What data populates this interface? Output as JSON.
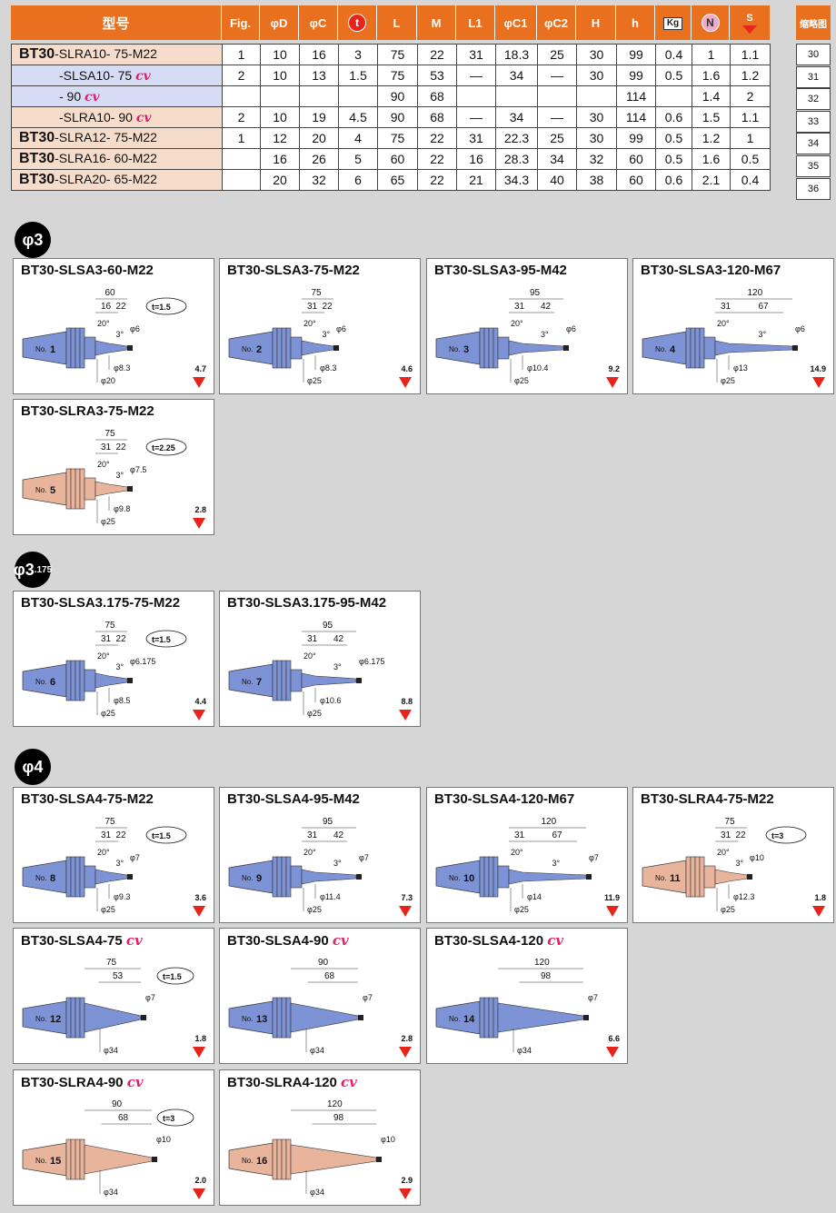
{
  "header": {
    "model": "型号",
    "fig": "Fig.",
    "d": "φD",
    "c": "φC",
    "t": "t",
    "L": "L",
    "M": "M",
    "L1": "L1",
    "C1": "φC1",
    "C2": "φC2",
    "H": "H",
    "h": "h",
    "kg": "Kg",
    "n": "N",
    "s": "S",
    "thumb": "缩略图"
  },
  "rows": [
    {
      "bold": "BT30",
      "rest": "-SLRA10-  75-M22",
      "cv": "",
      "fig": "1",
      "D": "10",
      "C": "16",
      "t": "3",
      "L": "75",
      "M": "22",
      "L1": "31",
      "C1": "18.3",
      "C2": "25",
      "H": "30",
      "h": "99",
      "kg": "0.4",
      "n": "1",
      "s": "1.1"
    },
    {
      "bold": "",
      "rest": "-SLSA10-  75 ",
      "cv": "cv",
      "fig": "2",
      "D": "10",
      "C": "13",
      "t": "1.5",
      "L": "75",
      "M": "53",
      "L1": "—",
      "C1": "34",
      "C2": "—",
      "H": "30",
      "h": "99",
      "kg": "0.5",
      "n": "1.6",
      "s": "1.2"
    },
    {
      "bold": "",
      "rest": "-  90 ",
      "cv": "cv",
      "fig": "",
      "D": "",
      "C": "",
      "t": "",
      "L": "90",
      "M": "68",
      "L1": "",
      "C1": "",
      "C2": "",
      "H": "",
      "h": "114",
      "kg": "",
      "n": "1.4",
      "s": "2"
    },
    {
      "bold": "",
      "rest": "-SLRA10-  90 ",
      "cv": "cv",
      "fig": "2",
      "D": "10",
      "C": "19",
      "t": "4.5",
      "L": "90",
      "M": "68",
      "L1": "—",
      "C1": "34",
      "C2": "—",
      "H": "30",
      "h": "114",
      "kg": "0.6",
      "n": "1.5",
      "s": "1.1"
    },
    {
      "bold": "BT30",
      "rest": "-SLRA12-  75-M22",
      "cv": "",
      "fig": "1",
      "D": "12",
      "C": "20",
      "t": "4",
      "L": "75",
      "M": "22",
      "L1": "31",
      "C1": "22.3",
      "C2": "25",
      "H": "30",
      "h": "99",
      "kg": "0.5",
      "n": "1.2",
      "s": "1"
    },
    {
      "bold": "BT30",
      "rest": "-SLRA16-  60-M22",
      "cv": "",
      "fig": "",
      "D": "16",
      "C": "26",
      "t": "5",
      "L": "60",
      "M": "22",
      "L1": "16",
      "C1": "28.3",
      "C2": "34",
      "H": "32",
      "h": "60",
      "kg": "0.5",
      "n": "1.6",
      "s": "0.5"
    },
    {
      "bold": "BT30",
      "rest": "-SLRA20-  65-M22",
      "cv": "",
      "fig": "",
      "D": "20",
      "C": "32",
      "t": "6",
      "L": "65",
      "M": "22",
      "L1": "21",
      "C1": "34.3",
      "C2": "40",
      "H": "38",
      "h": "60",
      "kg": "0.6",
      "n": "2.1",
      "s": "0.4"
    }
  ],
  "pages": [
    "30",
    "31",
    "32",
    "33",
    "34",
    "35",
    "36"
  ],
  "sections": [
    {
      "label": "φ3",
      "sub": ""
    },
    {
      "label": "φ3",
      "sub": ".175"
    },
    {
      "label": "φ4",
      "sub": ""
    }
  ],
  "cards": [
    {
      "title": "BT30-SLSA3-60-M22",
      "no": "1",
      "color": "#7d93d6",
      "total": "60",
      "p1": "16",
      "p2": "22",
      "t": "t=1.5",
      "angle": "20°",
      "taper": "3°",
      "tip": "φ6",
      "d1": "φ8.3",
      "d2": "φ20",
      "s": "4.7",
      "style": "stepped"
    },
    {
      "title": "BT30-SLSA3-75-M22",
      "no": "2",
      "color": "#7d93d6",
      "total": "75",
      "p1": "31",
      "p2": "22",
      "t": "",
      "angle": "20°",
      "taper": "3°",
      "tip": "φ6",
      "d1": "φ8.3",
      "d2": "φ25",
      "s": "4.6",
      "style": "stepped"
    },
    {
      "title": "BT30-SLSA3-95-M42",
      "no": "3",
      "color": "#7d93d6",
      "total": "95",
      "p1": "31",
      "p2": "42",
      "t": "",
      "angle": "20°",
      "taper": "3°",
      "tip": "φ6",
      "d1": "φ10.4",
      "d2": "φ25",
      "s": "9.2",
      "style": "stepped"
    },
    {
      "title": "BT30-SLSA3-120-M67",
      "no": "4",
      "color": "#7d93d6",
      "total": "120",
      "p1": "31",
      "p2": "67",
      "t": "",
      "angle": "20°",
      "taper": "3°",
      "tip": "φ6",
      "d1": "φ13",
      "d2": "φ25",
      "s": "14.9",
      "style": "stepped"
    },
    {
      "title": "BT30-SLRA3-75-M22",
      "no": "5",
      "color": "#e8b49c",
      "total": "75",
      "p1": "31",
      "p2": "22",
      "t": "t=2.25",
      "angle": "20°",
      "taper": "3°",
      "tip": "φ7.5",
      "d1": "φ9.8",
      "d2": "φ25",
      "s": "2.8",
      "style": "stepped"
    },
    {
      "title": "BT30-SLSA3.175-75-M22",
      "no": "6",
      "color": "#7d93d6",
      "total": "75",
      "p1": "31",
      "p2": "22",
      "t": "t=1.5",
      "angle": "20°",
      "taper": "3°",
      "tip": "φ6.175",
      "d1": "φ8.5",
      "d2": "φ25",
      "s": "4.4",
      "style": "stepped"
    },
    {
      "title": "BT30-SLSA3.175-95-M42",
      "no": "7",
      "color": "#7d93d6",
      "total": "95",
      "p1": "31",
      "p2": "42",
      "t": "",
      "angle": "20°",
      "taper": "3°",
      "tip": "φ6.175",
      "d1": "φ10.6",
      "d2": "φ25",
      "s": "8.8",
      "style": "stepped"
    },
    {
      "title": "BT30-SLSA4-75-M22",
      "no": "8",
      "color": "#7d93d6",
      "total": "75",
      "p1": "31",
      "p2": "22",
      "t": "t=1.5",
      "angle": "20°",
      "taper": "3°",
      "tip": "φ7",
      "d1": "φ9.3",
      "d2": "φ25",
      "s": "3.6",
      "style": "stepped"
    },
    {
      "title": "BT30-SLSA4-95-M42",
      "no": "9",
      "color": "#7d93d6",
      "total": "95",
      "p1": "31",
      "p2": "42",
      "t": "",
      "angle": "20°",
      "taper": "3°",
      "tip": "φ7",
      "d1": "φ11.4",
      "d2": "φ25",
      "s": "7.3",
      "style": "stepped"
    },
    {
      "title": "BT30-SLSA4-120-M67",
      "no": "10",
      "color": "#7d93d6",
      "total": "120",
      "p1": "31",
      "p2": "67",
      "t": "",
      "angle": "20°",
      "taper": "3°",
      "tip": "φ7",
      "d1": "φ14",
      "d2": "φ25",
      "s": "11.9",
      "style": "stepped"
    },
    {
      "title": "BT30-SLRA4-75-M22",
      "no": "11",
      "color": "#e8b49c",
      "total": "75",
      "p1": "31",
      "p2": "22",
      "t": "t=3",
      "angle": "20°",
      "taper": "3°",
      "tip": "φ10",
      "d1": "φ12.3",
      "d2": "φ25",
      "s": "1.8",
      "style": "stepped"
    },
    {
      "title": "BT30-SLSA4-75 ",
      "cv": "cv",
      "no": "12",
      "color": "#7d93d6",
      "total": "75",
      "p1": "53",
      "p2": "",
      "t": "t=1.5",
      "angle": "",
      "taper": "",
      "tip": "φ7",
      "d1": "",
      "d2": "φ34",
      "s": "1.8",
      "style": "cone"
    },
    {
      "title": "BT30-SLSA4-90 ",
      "cv": "cv",
      "no": "13",
      "color": "#7d93d6",
      "total": "90",
      "p1": "68",
      "p2": "",
      "t": "",
      "angle": "",
      "taper": "",
      "tip": "φ7",
      "d1": "",
      "d2": "φ34",
      "s": "2.8",
      "style": "cone"
    },
    {
      "title": "BT30-SLSA4-120 ",
      "cv": "cv",
      "no": "14",
      "color": "#7d93d6",
      "total": "120",
      "p1": "98",
      "p2": "",
      "t": "",
      "angle": "",
      "taper": "",
      "tip": "φ7",
      "d1": "",
      "d2": "φ34",
      "s": "6.6",
      "style": "cone"
    },
    {
      "title": "BT30-SLRA4-90 ",
      "cv": "cv",
      "no": "15",
      "color": "#e8b49c",
      "total": "90",
      "p1": "68",
      "p2": "",
      "t": "t=3",
      "angle": "",
      "taper": "",
      "tip": "φ10",
      "d1": "",
      "d2": "φ34",
      "s": "2.0",
      "style": "cone"
    },
    {
      "title": "BT30-SLRA4-120 ",
      "cv": "cv",
      "no": "16",
      "color": "#e8b49c",
      "total": "120",
      "p1": "98",
      "p2": "",
      "t": "",
      "angle": "",
      "taper": "",
      "tip": "φ10",
      "d1": "",
      "d2": "φ34",
      "s": "2.9",
      "style": "cone"
    }
  ],
  "no_prefix": "No."
}
